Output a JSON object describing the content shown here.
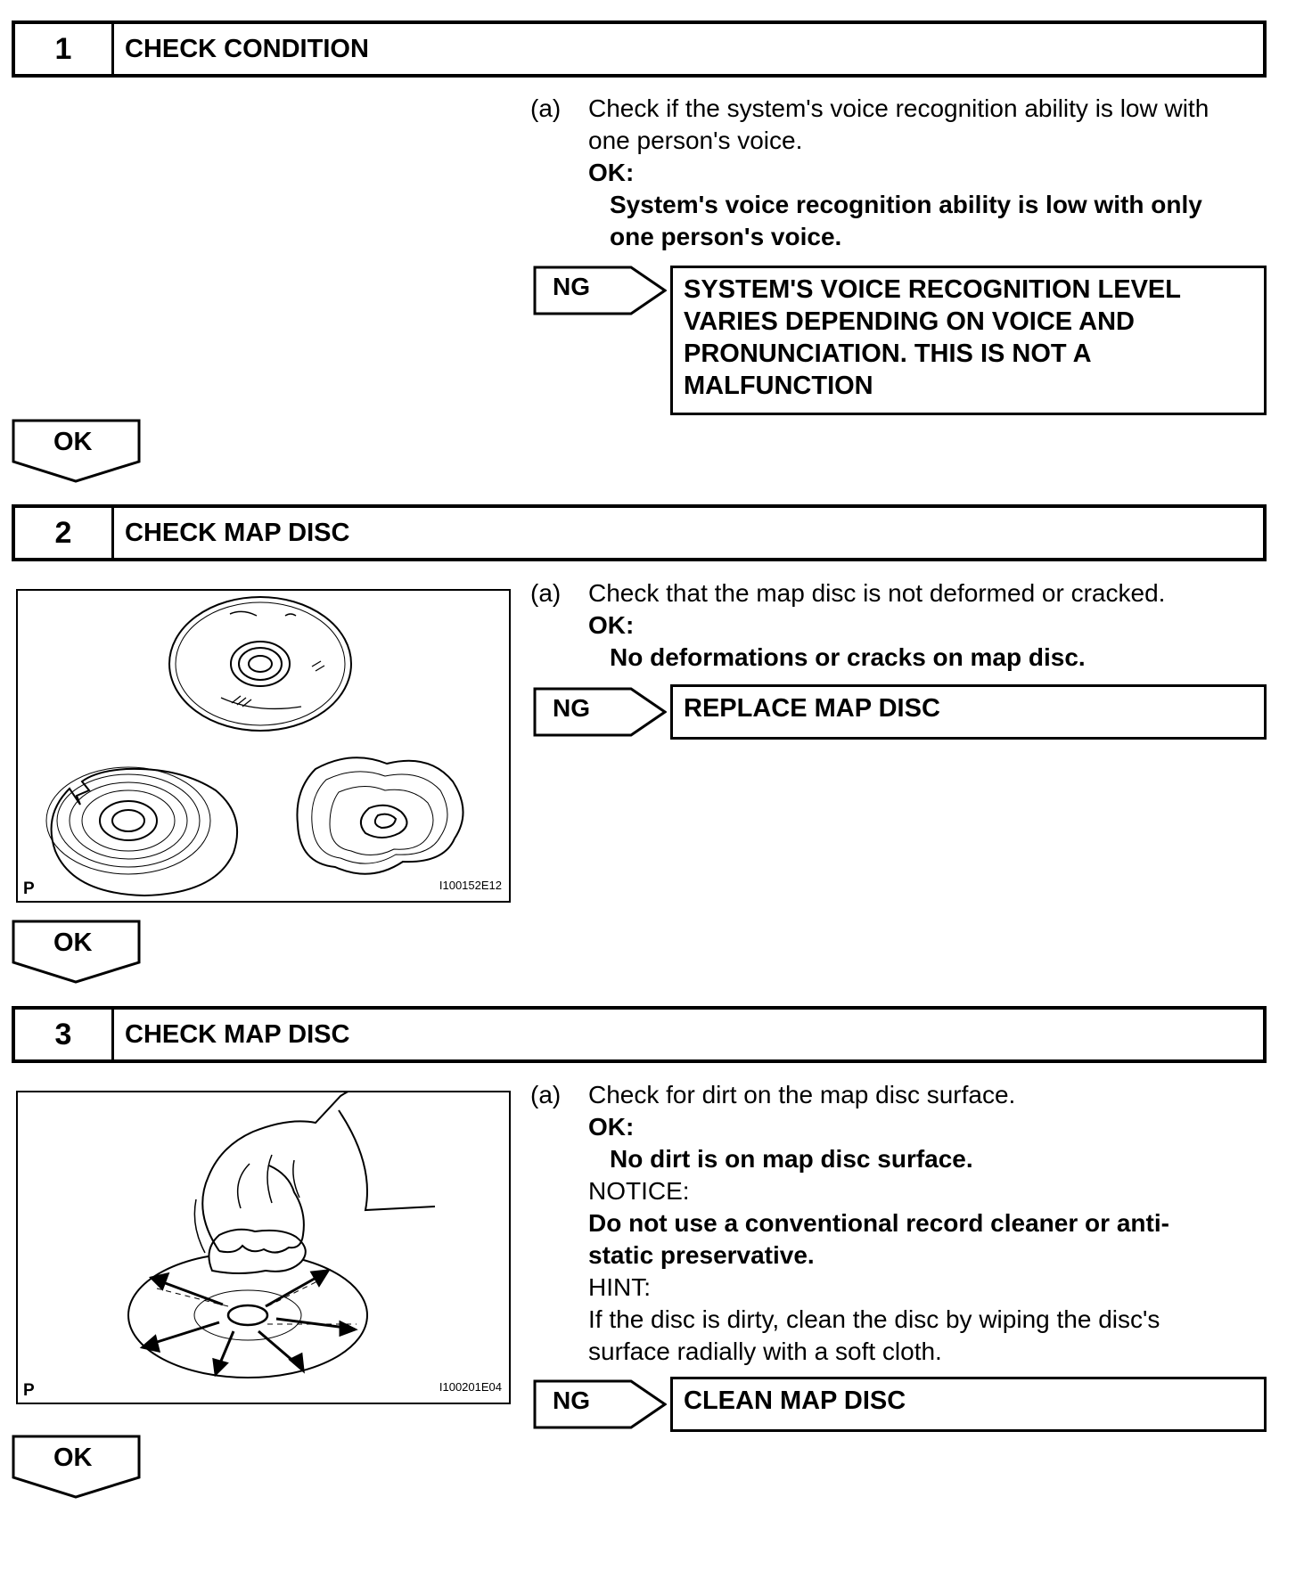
{
  "steps": [
    {
      "number": "1",
      "title": "CHECK CONDITION",
      "item_label": "(a)",
      "item_text_1": "Check if the system's voice recognition ability is low with",
      "item_text_2": "one person's voice.",
      "ok_heading": "OK:",
      "ok_text_1": "System's voice recognition ability is low with only",
      "ok_text_2": "one person's voice.",
      "ng_label": "NG",
      "result_lines": [
        "SYSTEM'S VOICE RECOGNITION LEVEL",
        "VARIES DEPENDING ON VOICE AND",
        "PRONUNCIATION. THIS IS NOT A",
        "MALFUNCTION"
      ],
      "ok_arrow_label": "OK"
    },
    {
      "number": "2",
      "title": "CHECK MAP DISC",
      "item_label": "(a)",
      "item_text_1": "Check that the map disc is not deformed or cracked.",
      "ok_heading": "OK:",
      "ok_text_1": "No deformations or cracks on map disc.",
      "ng_label": "NG",
      "result_lines": [
        "REPLACE MAP DISC"
      ],
      "ok_arrow_label": "OK",
      "figure": {
        "corner_label": "P",
        "code": "I100152E12"
      }
    },
    {
      "number": "3",
      "title": "CHECK MAP DISC",
      "item_label": "(a)",
      "item_text_1": "Check for dirt on the map disc surface.",
      "ok_heading": "OK:",
      "ok_text_1": "No dirt is on map disc surface.",
      "notice_heading": "NOTICE:",
      "notice_text_1": "Do not use a conventional record cleaner or anti-",
      "notice_text_2": "static preservative.",
      "hint_heading": "HINT:",
      "hint_text_1": "If the disc is dirty, clean the disc by wiping the disc's",
      "hint_text_2": "surface radially with a soft cloth.",
      "ng_label": "NG",
      "result_lines": [
        "CLEAN MAP DISC"
      ],
      "ok_arrow_label": "OK",
      "figure": {
        "corner_label": "P",
        "code": "I100201E04"
      }
    }
  ]
}
